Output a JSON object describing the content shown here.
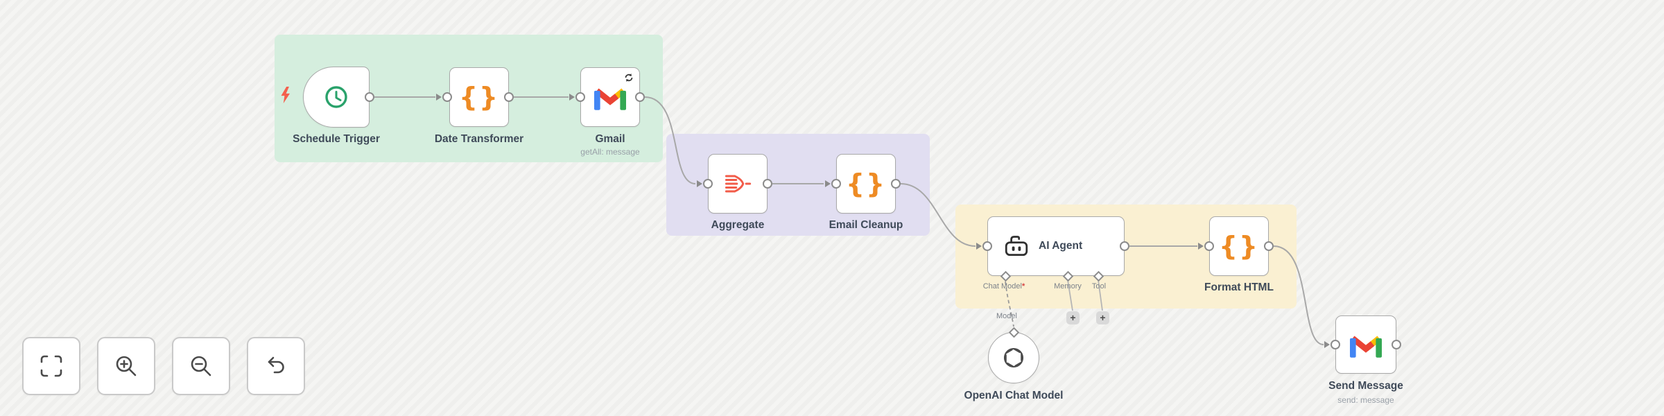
{
  "workflow": {
    "nodes": {
      "schedule_trigger": {
        "label": "Schedule Trigger"
      },
      "date_transformer": {
        "label": "Date Transformer"
      },
      "gmail": {
        "label": "Gmail",
        "subtitle": "getAll: message"
      },
      "aggregate": {
        "label": "Aggregate"
      },
      "email_cleanup": {
        "label": "Email Cleanup"
      },
      "ai_agent": {
        "label": "AI Agent",
        "ports": {
          "chat_model": "Chat Model",
          "chat_model_required": "*",
          "memory": "Memory",
          "tool": "Tool"
        },
        "model_connection_label": "Model",
        "add_button": "+"
      },
      "format_html": {
        "label": "Format HTML"
      },
      "openai_chat_model": {
        "label": "OpenAI Chat Model"
      },
      "send_message": {
        "label": "Send Message",
        "subtitle": "send: message"
      }
    },
    "colors": {
      "group_green": "#d5eede",
      "group_purple": "#e1def1",
      "group_yellow": "#faf0d2",
      "edge": "#a8a8a8",
      "icon_orange": "#ee8b24",
      "icon_red": "#f25c4a",
      "icon_green": "#2aa26b",
      "label": "#3f4a59",
      "subtitle": "#99a0a8",
      "required_marker": "#d64545"
    }
  },
  "toolbar": {
    "buttons": [
      {
        "name": "fit-view"
      },
      {
        "name": "zoom-in"
      },
      {
        "name": "zoom-out"
      },
      {
        "name": "undo"
      }
    ]
  }
}
